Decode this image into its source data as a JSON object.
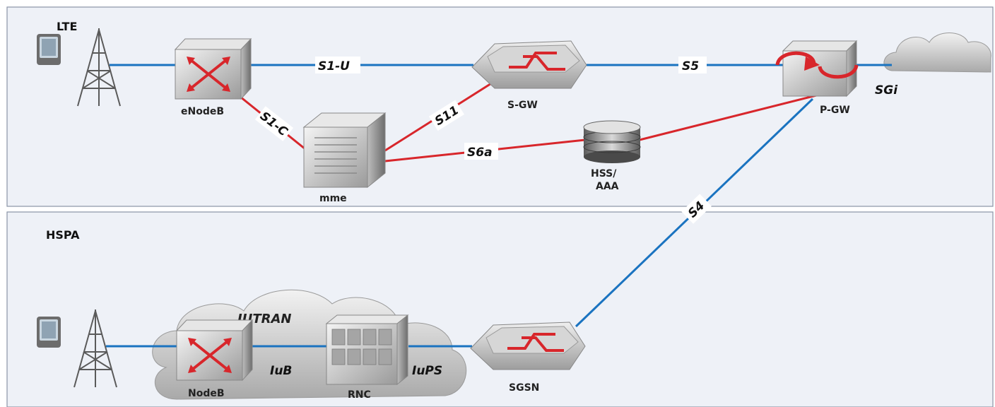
{
  "regions": {
    "lte": "LTE",
    "hspa": "HSPA"
  },
  "nodes": {
    "enodeb": "eNodeB",
    "mme": "mme",
    "sgw": "S-GW",
    "pgw": "P-GW",
    "hss": "HSS/",
    "aaa": "AAA",
    "nodeb": "NodeB",
    "rnc": "RNC",
    "sgsn": "SGSN",
    "utran": "IUTRAN"
  },
  "links": {
    "s1u": "S1-U",
    "s1c": "S1-C",
    "s11": "S11",
    "s6a": "S6a",
    "s5": "S5",
    "sgi": "SGi",
    "s4": "S4",
    "iub": "IuB",
    "iups": "IuPS"
  },
  "colors": {
    "blue_link": "#1a73c0",
    "red_link": "#d8262b",
    "panel_fill": "#eef1f7",
    "panel_stroke": "#8a94a6"
  }
}
